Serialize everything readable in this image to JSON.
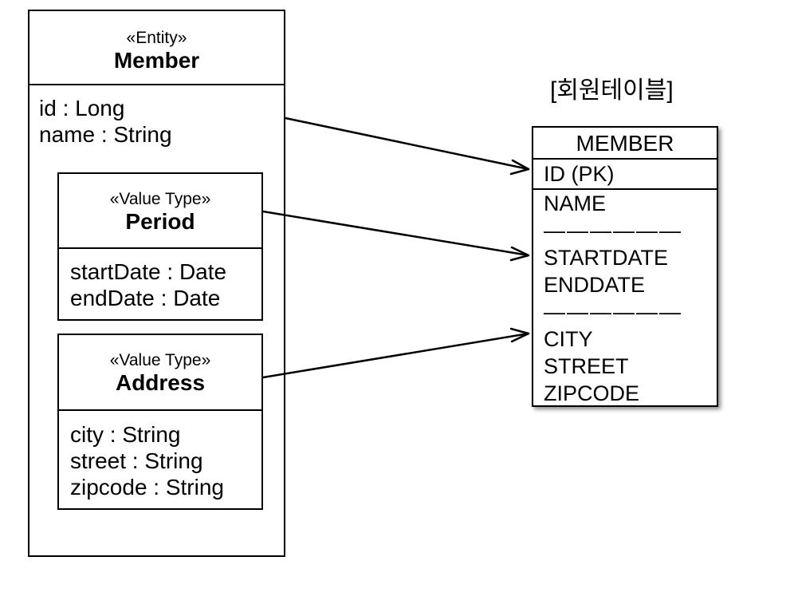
{
  "entity": {
    "stereotype": "«Entity»",
    "name": "Member",
    "attributes": [
      "id : Long",
      "name : String"
    ]
  },
  "period": {
    "stereotype": "«Value Type»",
    "name": "Period",
    "attributes": [
      "startDate : Date",
      "endDate : Date"
    ]
  },
  "address": {
    "stereotype": "«Value Type»",
    "name": "Address",
    "attributes": [
      "city : String",
      "street : String",
      "zipcode : String"
    ]
  },
  "table": {
    "title": "[회원테이블]",
    "name": "MEMBER",
    "pk": "ID (PK)",
    "columns": [
      "NAME",
      "——————",
      "STARTDATE",
      "ENDDATE",
      "——————",
      "CITY",
      "STREET",
      "ZIPCODE"
    ]
  },
  "colors": {
    "line": "#000000",
    "background": "#ffffff"
  }
}
